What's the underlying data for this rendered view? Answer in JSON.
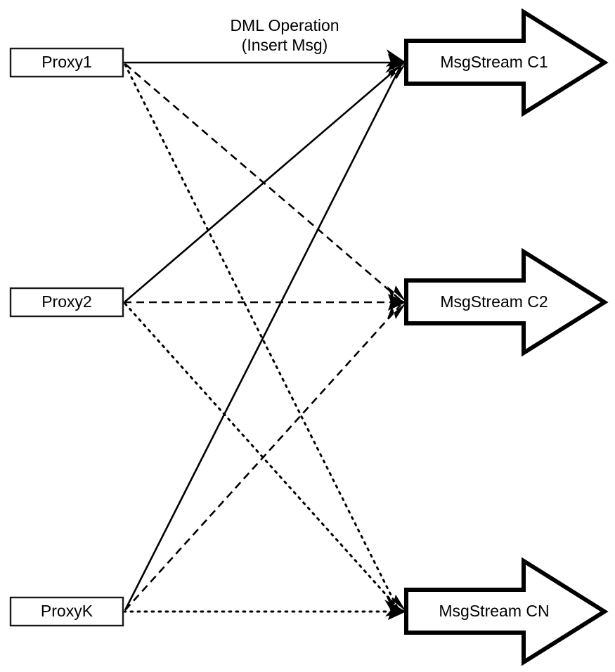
{
  "diagram": {
    "title_annotation": {
      "line1": "DML Operation",
      "line2": "(Insert Msg)"
    },
    "producers": [
      {
        "id": "proxy1",
        "label": "Proxy1"
      },
      {
        "id": "proxy2",
        "label": "Proxy2"
      },
      {
        "id": "proxyk",
        "label": "ProxyK"
      }
    ],
    "streams": [
      {
        "id": "c1",
        "label": "MsgStream C1"
      },
      {
        "id": "c2",
        "label": "MsgStream C2"
      },
      {
        "id": "cn",
        "label": "MsgStream CN"
      }
    ],
    "edges": [
      {
        "from": "proxy1",
        "to": "c1",
        "style": "solid"
      },
      {
        "from": "proxy1",
        "to": "c2",
        "style": "dashed"
      },
      {
        "from": "proxy1",
        "to": "cn",
        "style": "dotted"
      },
      {
        "from": "proxy2",
        "to": "c1",
        "style": "solid"
      },
      {
        "from": "proxy2",
        "to": "c2",
        "style": "dashed"
      },
      {
        "from": "proxy2",
        "to": "cn",
        "style": "dotted"
      },
      {
        "from": "proxyk",
        "to": "c1",
        "style": "solid"
      },
      {
        "from": "proxyk",
        "to": "c2",
        "style": "dashed"
      },
      {
        "from": "proxyk",
        "to": "cn",
        "style": "dotted"
      }
    ],
    "colors": {
      "background": "#ffffff",
      "stroke": "#000000",
      "box_stroke": "#1a1a1a",
      "text": "#000000"
    }
  }
}
